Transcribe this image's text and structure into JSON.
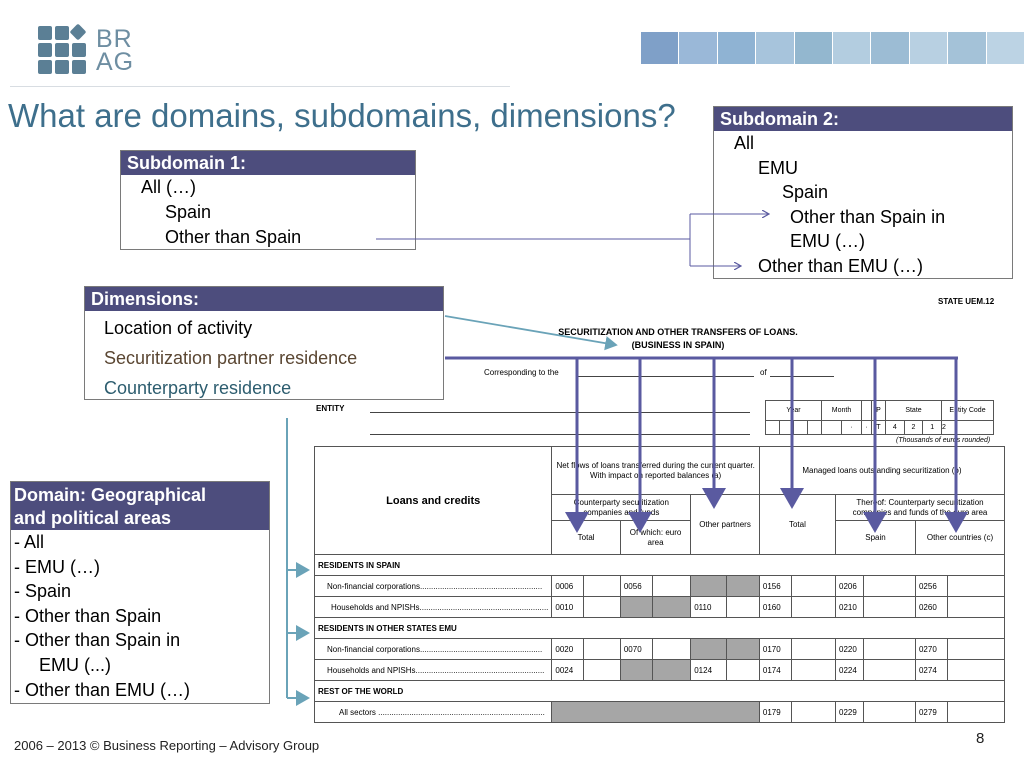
{
  "logo": {
    "line1": "BR",
    "line2": "AG"
  },
  "title": "What are domains, subdomains, dimensions?",
  "subdomain1": {
    "heading": "Subdomain 1:",
    "items": [
      "All (…)",
      "Spain",
      "Other than Spain"
    ]
  },
  "subdomain2": {
    "heading": "Subdomain 2:",
    "items": [
      "All",
      "EMU",
      "Spain",
      "Other than Spain in",
      "EMU (…)",
      "Other than EMU (…)"
    ]
  },
  "dimensions": {
    "heading": "Dimensions:",
    "items": [
      "Location of activity",
      "Securitization partner residence",
      "Counterparty residence"
    ]
  },
  "domain": {
    "heading_line1": "Domain: Geographical",
    "heading_line2": "and political areas",
    "items": [
      "- All",
      "- EMU (…)",
      "- Spain",
      "- Other than Spain",
      "- Other than Spain in",
      "EMU (...)",
      "- Other than EMU (…)"
    ]
  },
  "form": {
    "state_code": "STATE UEM.12",
    "title_line1": "SECURITIZATION AND OTHER TRANSFERS OF LOANS.",
    "title_line2": "(BUSINESS IN SPAIN)",
    "corresponding": "Corresponding to the",
    "of": "of",
    "entity": "ENTITY",
    "header_cols": [
      "Year",
      "Month",
      "P",
      "State",
      "Entity Code"
    ],
    "code_values": [
      "·",
      "·",
      "T",
      "4",
      "2",
      "1",
      "2"
    ],
    "units": "(Thousands of euros rounded)",
    "loans_and_credits": "Loans and credits",
    "net_flows": "Net flows of loans transferred during the current quarter. With impact on reported balances (a)",
    "managed_loans": "Managed loans outstanding securitization (b)",
    "counterparty": "Counterparty securitization companies and funds",
    "thereof": "Thereof: Counterparty securitization companies and funds of the euro area",
    "other_partners": "Other partners",
    "total": "Total",
    "of_which": "Of which: euro area",
    "total2": "Total",
    "spain": "Spain",
    "other_countries": "Other countries (c)",
    "sections": {
      "residents_spain": "RESIDENTS IN SPAIN",
      "residents_emu": "RESIDENTS IN OTHER STATES EMU",
      "rest_world": "REST OF THE WORLD"
    },
    "row_labels": {
      "nfc": "Non-financial corporations.......................................................",
      "households": "Households and NPISHs..........................................................",
      "nfc2": "Non-financial corporations.......................................................",
      "households2": "Households and NPISHs..........................................................",
      "all_sectors": "All sectors ..........................................................................."
    },
    "codes": {
      "r1": [
        "0006",
        "0056",
        "0156",
        "0206",
        "0256"
      ],
      "r2": [
        "0010",
        "0110",
        "0160",
        "0210",
        "0260"
      ],
      "r3": [
        "0020",
        "0070",
        "0170",
        "0220",
        "0270"
      ],
      "r4": [
        "0024",
        "0124",
        "0174",
        "0224",
        "0274"
      ],
      "r5": [
        "0179",
        "0229",
        "0279"
      ]
    }
  },
  "footer": "2006 – 2013 © Business Reporting – Advisory Group",
  "page_number": "8",
  "colors": {
    "accent": "#4d4d7d",
    "title": "#3e6f8c",
    "arrow": "#5a5aa0"
  }
}
